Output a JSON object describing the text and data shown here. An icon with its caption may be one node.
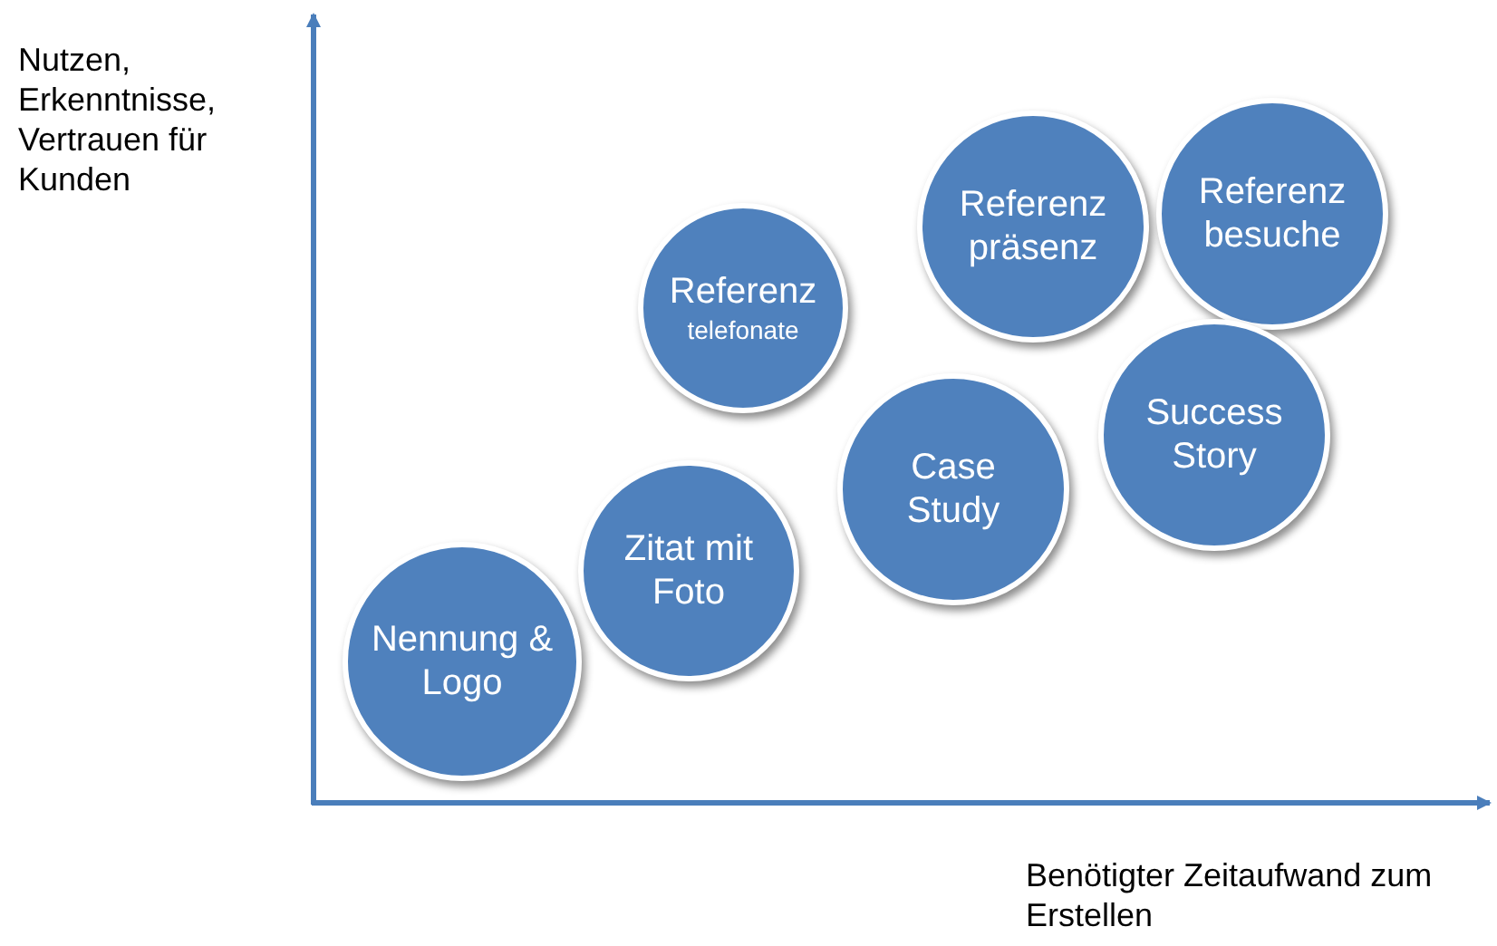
{
  "diagram": {
    "nodes": [
      {
        "text": [
          "Nennung & Logo"
        ]
      },
      {
        "text": [
          "Zitat mit Foto"
        ]
      },
      {
        "text": [
          "Referenz",
          "telefonate"
        ]
      },
      {
        "text": [
          "Case Study"
        ]
      },
      {
        "text": [
          "Referenz präsenz"
        ]
      },
      {
        "text": [
          "Referenz besuche"
        ]
      },
      {
        "text": [
          "Success Story"
        ]
      }
    ],
    "edges": [],
    "labels": [
      "Nutzen, Erkenntnisse, Vertrauen für Kunden",
      "Benötigter Zeitaufwand zum Erstellen"
    ]
  }
}
